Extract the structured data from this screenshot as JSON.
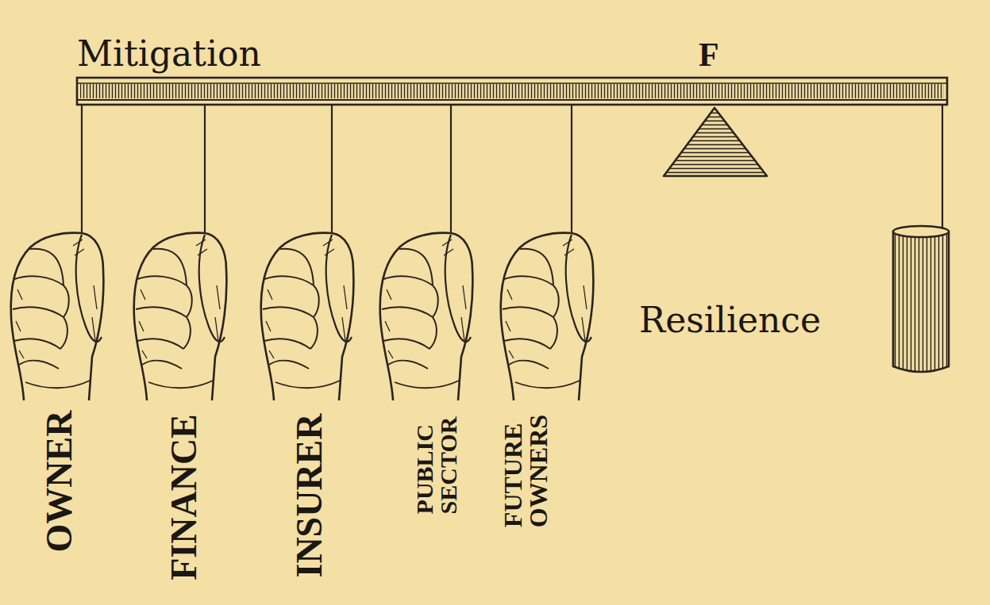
{
  "diagram": {
    "labels": [
      "Mitigation",
      "F",
      "Resilience",
      "OWNER",
      "FINANCE",
      "INSURER",
      "PUBLIC SECTOR",
      "FUTURE OWNERS"
    ]
  }
}
